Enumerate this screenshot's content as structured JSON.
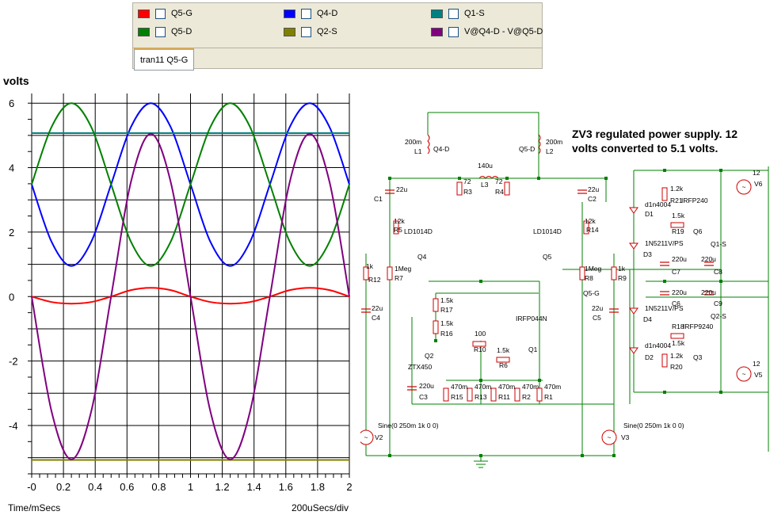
{
  "legend": {
    "items": [
      {
        "label": "Q5-G",
        "color": "#ff0000"
      },
      {
        "label": "Q4-D",
        "color": "#0000ff"
      },
      {
        "label": "Q1-S",
        "color": "#008080"
      },
      {
        "label": "Q5-D",
        "color": "#008000"
      },
      {
        "label": "Q2-S",
        "color": "#808000"
      },
      {
        "label": "V@Q4-D - V@Q5-D",
        "color": "#800080"
      }
    ]
  },
  "tabs": {
    "active_label": "tran11 Q5-G"
  },
  "chart_data": {
    "type": "line",
    "ylabel": "volts",
    "xlabel": "Time/mSecs",
    "x_division_label": "200uSecs/div",
    "xlim": [
      0,
      2
    ],
    "ylim": [
      -5.5,
      6.3
    ],
    "x_ticks": [
      "-0",
      "0.2",
      "0.4",
      "0.6",
      "0.8",
      "1",
      "1.2",
      "1.4",
      "1.6",
      "1.8",
      "2"
    ],
    "y_ticks": [
      "6",
      "4",
      "2",
      "0",
      "-2",
      "-4"
    ],
    "grid": true,
    "series": [
      {
        "name": "Q5-G",
        "color": "#ff0000",
        "x": [
          0,
          0.125,
          0.25,
          0.375,
          0.5,
          0.625,
          0.75,
          0.875,
          1,
          1.125,
          1.25,
          1.375,
          1.5,
          1.625,
          1.75,
          1.875,
          2
        ],
        "y": [
          0,
          -0.17,
          -0.22,
          -0.17,
          0,
          0.2,
          0.27,
          0.2,
          0,
          -0.17,
          -0.22,
          -0.17,
          0,
          0.2,
          0.27,
          0.2,
          0
        ]
      },
      {
        "name": "Q4-D",
        "color": "#0000ff",
        "x": [
          0,
          0.125,
          0.25,
          0.375,
          0.5,
          0.625,
          0.75,
          0.875,
          1,
          1.125,
          1.25,
          1.375,
          1.5,
          1.625,
          1.75,
          1.875,
          2
        ],
        "y": [
          3.48,
          1.7,
          0.95,
          1.7,
          3.48,
          5.26,
          6.0,
          5.26,
          3.48,
          1.7,
          0.95,
          1.7,
          3.48,
          5.26,
          6.0,
          5.26,
          3.48
        ]
      },
      {
        "name": "Q1-S",
        "color": "#008080",
        "x": [
          0,
          2
        ],
        "y": [
          5.07,
          5.07
        ]
      },
      {
        "name": "Q5-D",
        "color": "#008000",
        "x": [
          0,
          0.125,
          0.25,
          0.375,
          0.5,
          0.625,
          0.75,
          0.875,
          1,
          1.125,
          1.25,
          1.375,
          1.5,
          1.625,
          1.75,
          1.875,
          2
        ],
        "y": [
          3.48,
          5.26,
          6.0,
          5.26,
          3.48,
          1.7,
          0.95,
          1.7,
          3.48,
          5.26,
          6.0,
          5.26,
          3.48,
          1.7,
          0.95,
          1.7,
          3.48
        ]
      },
      {
        "name": "Q2-S",
        "color": "#808000",
        "x": [
          0,
          2
        ],
        "y": [
          -5.07,
          -5.07
        ]
      },
      {
        "name": "V@Q4-D - V@Q5-D",
        "color": "#800080",
        "x": [
          0,
          0.125,
          0.25,
          0.375,
          0.5,
          0.625,
          0.75,
          0.875,
          1,
          1.125,
          1.25,
          1.375,
          1.5,
          1.625,
          1.75,
          1.875,
          2
        ],
        "y": [
          0,
          -3.56,
          -5.05,
          -3.56,
          0,
          3.56,
          5.05,
          3.56,
          0,
          -3.56,
          -5.05,
          -3.56,
          0,
          3.56,
          5.05,
          3.56,
          0
        ]
      }
    ]
  },
  "schematic": {
    "annotation": "ZV3 regulated power supply. 12 volts converted to 5.1 volts.",
    "labels": [
      "200m",
      "L1",
      "Q4-D",
      "140u",
      "L3",
      "72",
      "R3",
      "72",
      "R4",
      "Q5-D",
      "200m",
      "L2",
      "22u",
      "C1",
      "22u",
      "C2",
      "12k",
      "R5",
      "12k",
      "R14",
      "LD1014D",
      "LD1014D",
      "Q4",
      "Q5",
      "1k",
      "R12",
      "1Meg",
      "R7",
      "1Meg",
      "R8",
      "1k",
      "R9",
      "Q5-G",
      "22u",
      "C4",
      "22u",
      "C5",
      "1.5k",
      "R17",
      "1.5k",
      "R16",
      "100",
      "R10",
      "IRFP044N",
      "Q1",
      "1.5k",
      "R6",
      "Q2",
      "ZTX450",
      "220u",
      "C3",
      "470m",
      "R15",
      "470m",
      "R13",
      "470m",
      "R11",
      "470m",
      "R2",
      "470m",
      "R1",
      "Sine(0 250m 1k 0 0)",
      "V2",
      "Sine(0 250m 1k 0 0)",
      "V3",
      "1.2k",
      "R21",
      "IRFP240",
      "d1n4004",
      "D1",
      "1.5k",
      "R19",
      "Q6",
      "1N5211V/PS",
      "D3",
      "Q1-S",
      "220u",
      "C7",
      "220u",
      "C8",
      "220u",
      "C6",
      "220u",
      "C9",
      "1N5211V/PS",
      "D4",
      "Q2-S",
      "R18",
      "IRFP9240",
      "1.5k",
      "d1n4004",
      "D2",
      "1.2k",
      "R20",
      "Q3",
      "12",
      "V6",
      "12",
      "V5"
    ]
  }
}
